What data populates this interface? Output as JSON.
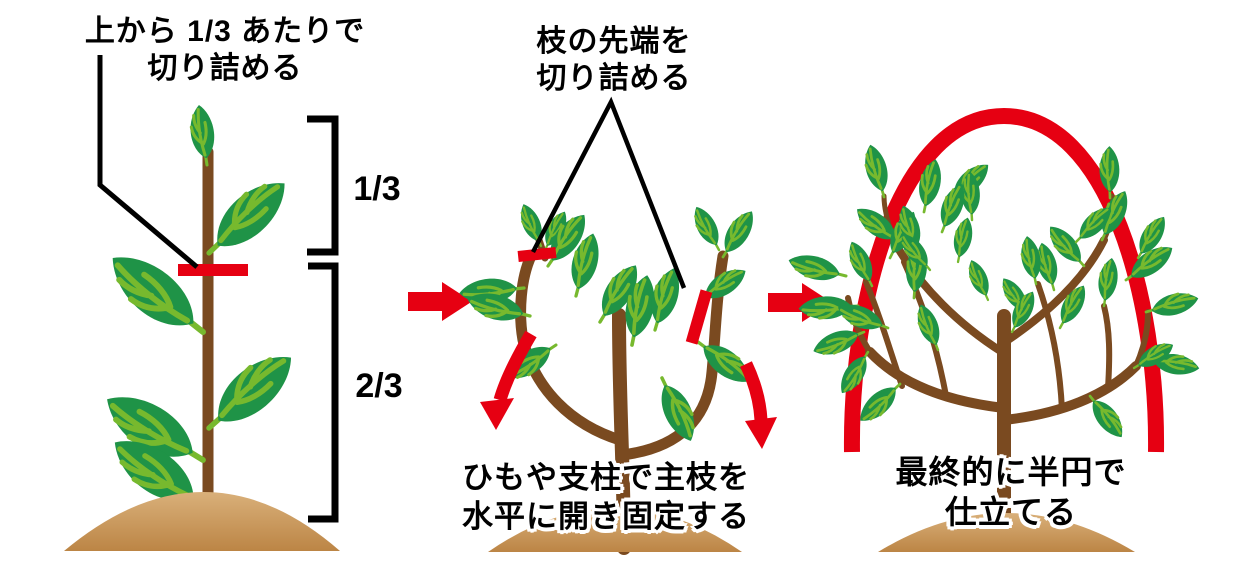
{
  "diagram": {
    "colors": {
      "accent_red": "#e60012",
      "leaf_green": "#1f9347",
      "vein_green": "#77b92e",
      "branch_brown": "#7a4a20",
      "soil_light": "#d9b07a",
      "soil_dark": "#bc8545",
      "line_black": "#000000"
    },
    "step1": {
      "annotation_line1": "上から 1/3 あたりで",
      "annotation_line2": "切り詰める",
      "fraction_top": "1/3",
      "fraction_bottom": "2/3"
    },
    "step2": {
      "annotation_line1": "枝の先端を",
      "annotation_line2": "切り詰める",
      "caption_line1": "ひもや支柱で主枝を",
      "caption_line2": "水平に開き固定する"
    },
    "step3": {
      "caption_line1": "最終的に半円で",
      "caption_line2": "仕立てる"
    }
  }
}
